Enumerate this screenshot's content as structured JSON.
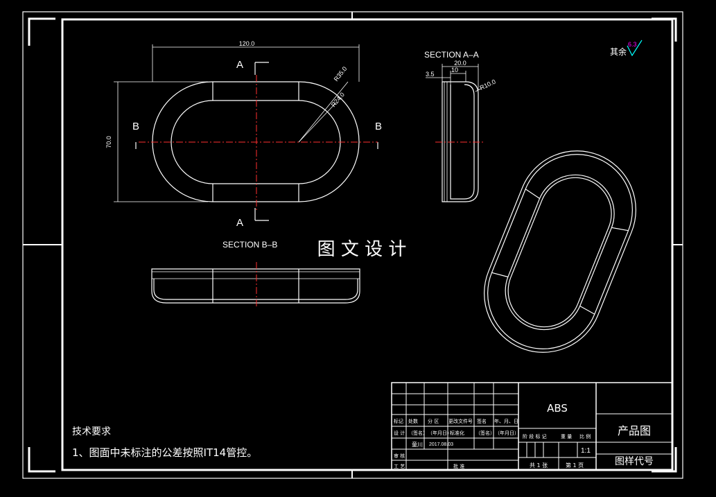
{
  "watermark": "图 文 设 计",
  "views": {
    "top": {
      "dim_width": "120.0",
      "dim_height": "70.0",
      "dim_r_outer": "R35.0",
      "dim_r_inner": "R24.0",
      "cut_a": "A",
      "cut_b": "B"
    },
    "section_aa": {
      "title": "SECTION  A–A",
      "dim_total": "20.0",
      "dim_mid": "10",
      "dim_small": "3.5",
      "dim_radius": "R10.0"
    },
    "section_bb": {
      "title": "SECTION  B–B"
    }
  },
  "roughness": {
    "label": "其余",
    "value": "6.3",
    "color": "#ff00ff",
    "label_color": "#ffff00"
  },
  "notes": {
    "heading": "技术要求",
    "item1": "1、图面中未标注的公差按照IT14管控。"
  },
  "title_block": {
    "material": "ABS",
    "product_name": "产品图",
    "drawing_code": "图样代号",
    "scale": "1:1",
    "hdr_mark": "标记",
    "hdr_count": "处数",
    "hdr_zone": "分  区",
    "hdr_change_doc": "更改文件号",
    "hdr_sign": "签名",
    "hdr_date": "年、月、日",
    "row_design": "设  计",
    "sign_placeholder": "（签名）",
    "date_placeholder": "（年月日）",
    "row_standard": "标准化",
    "designer": "童川",
    "design_date": "2017.08.03",
    "row_check": "审  核",
    "row_process": "工  艺",
    "row_approve": "批  准",
    "stage_labels": "阶 段 标 记",
    "weight_label": "重  量",
    "ratio_label": "比 例",
    "total_sheets": "共 1 张",
    "sheet_no": "第 1 页"
  }
}
